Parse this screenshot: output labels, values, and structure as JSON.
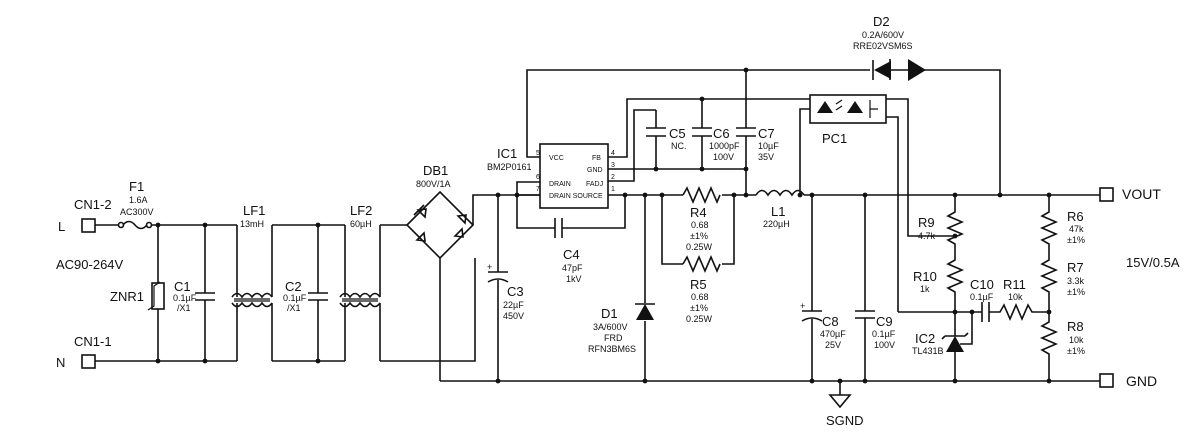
{
  "schematic": {
    "input": {
      "cn1_2": "CN1-2",
      "cn1_1": "CN1-1",
      "line": "L",
      "neutral": "N",
      "range": "AC90-264V"
    },
    "output": {
      "vout": "VOUT",
      "gnd": "GND",
      "spec": "15V/0.5A",
      "sgnd": "SGND"
    },
    "components": {
      "F1": {
        "ref": "F1",
        "v1": "1.6A",
        "v2": "AC300V"
      },
      "ZNR1": {
        "ref": "ZNR1"
      },
      "C1": {
        "ref": "C1",
        "v1": "0.1µF",
        "v2": "/X1"
      },
      "LF1": {
        "ref": "LF1",
        "v1": "13mH"
      },
      "C2": {
        "ref": "C2",
        "v1": "0.1µF",
        "v2": "/X1"
      },
      "LF2": {
        "ref": "LF2",
        "v1": "60µH"
      },
      "DB1": {
        "ref": "DB1",
        "v1": "800V/1A"
      },
      "C3": {
        "ref": "C3",
        "v1": "22µF",
        "v2": "450V"
      },
      "IC1": {
        "ref": "IC1",
        "v1": "BM2P0161",
        "pins": {
          "vcc": "VCC",
          "drain1": "DRAIN",
          "drain_source": "DRAIN SOURCE",
          "fb": "FB",
          "gnd": "GND",
          "fadj": "FADJ"
        },
        "pin_nums": {
          "p5": "5",
          "p6": "6",
          "p7": "7",
          "p4": "4",
          "p3": "3",
          "p2": "2",
          "p1": "1"
        }
      },
      "C4": {
        "ref": "C4",
        "v1": "47pF",
        "v2": "1kV"
      },
      "C5": {
        "ref": "C5",
        "v1": "NC."
      },
      "C6": {
        "ref": "C6",
        "v1": "1000pF",
        "v2": "100V"
      },
      "C7": {
        "ref": "C7",
        "v1": "10µF",
        "v2": "35V"
      },
      "PC1": {
        "ref": "PC1"
      },
      "D2": {
        "ref": "D2",
        "v1": "0.2A/600V",
        "v2": "RRE02VSM6S"
      },
      "R4": {
        "ref": "R4",
        "v1": "0.68",
        "v2": "±1%",
        "v3": "0.25W"
      },
      "R5": {
        "ref": "R5",
        "v1": "0.68",
        "v2": "±1%",
        "v3": "0.25W"
      },
      "D1": {
        "ref": "D1",
        "v1": "3A/600V",
        "v2": "FRD",
        "v3": "RFN3BM6S"
      },
      "L1": {
        "ref": "L1",
        "v1": "220µH"
      },
      "C8": {
        "ref": "C8",
        "v1": "470µF",
        "v2": "25V"
      },
      "C9": {
        "ref": "C9",
        "v1": "0.1µF",
        "v2": "100V"
      },
      "R9": {
        "ref": "R9",
        "v1": "4.7k"
      },
      "R10": {
        "ref": "R10",
        "v1": "1k"
      },
      "C10": {
        "ref": "C10",
        "v1": "0.1µF"
      },
      "R11": {
        "ref": "R11",
        "v1": "10k"
      },
      "IC2": {
        "ref": "IC2",
        "v1": "TL431B"
      },
      "R6": {
        "ref": "R6",
        "v1": "47k",
        "v2": "±1%"
      },
      "R7": {
        "ref": "R7",
        "v1": "3.3k",
        "v2": "±1%"
      },
      "R8": {
        "ref": "R8",
        "v1": "10k",
        "v2": "±1%"
      }
    }
  }
}
